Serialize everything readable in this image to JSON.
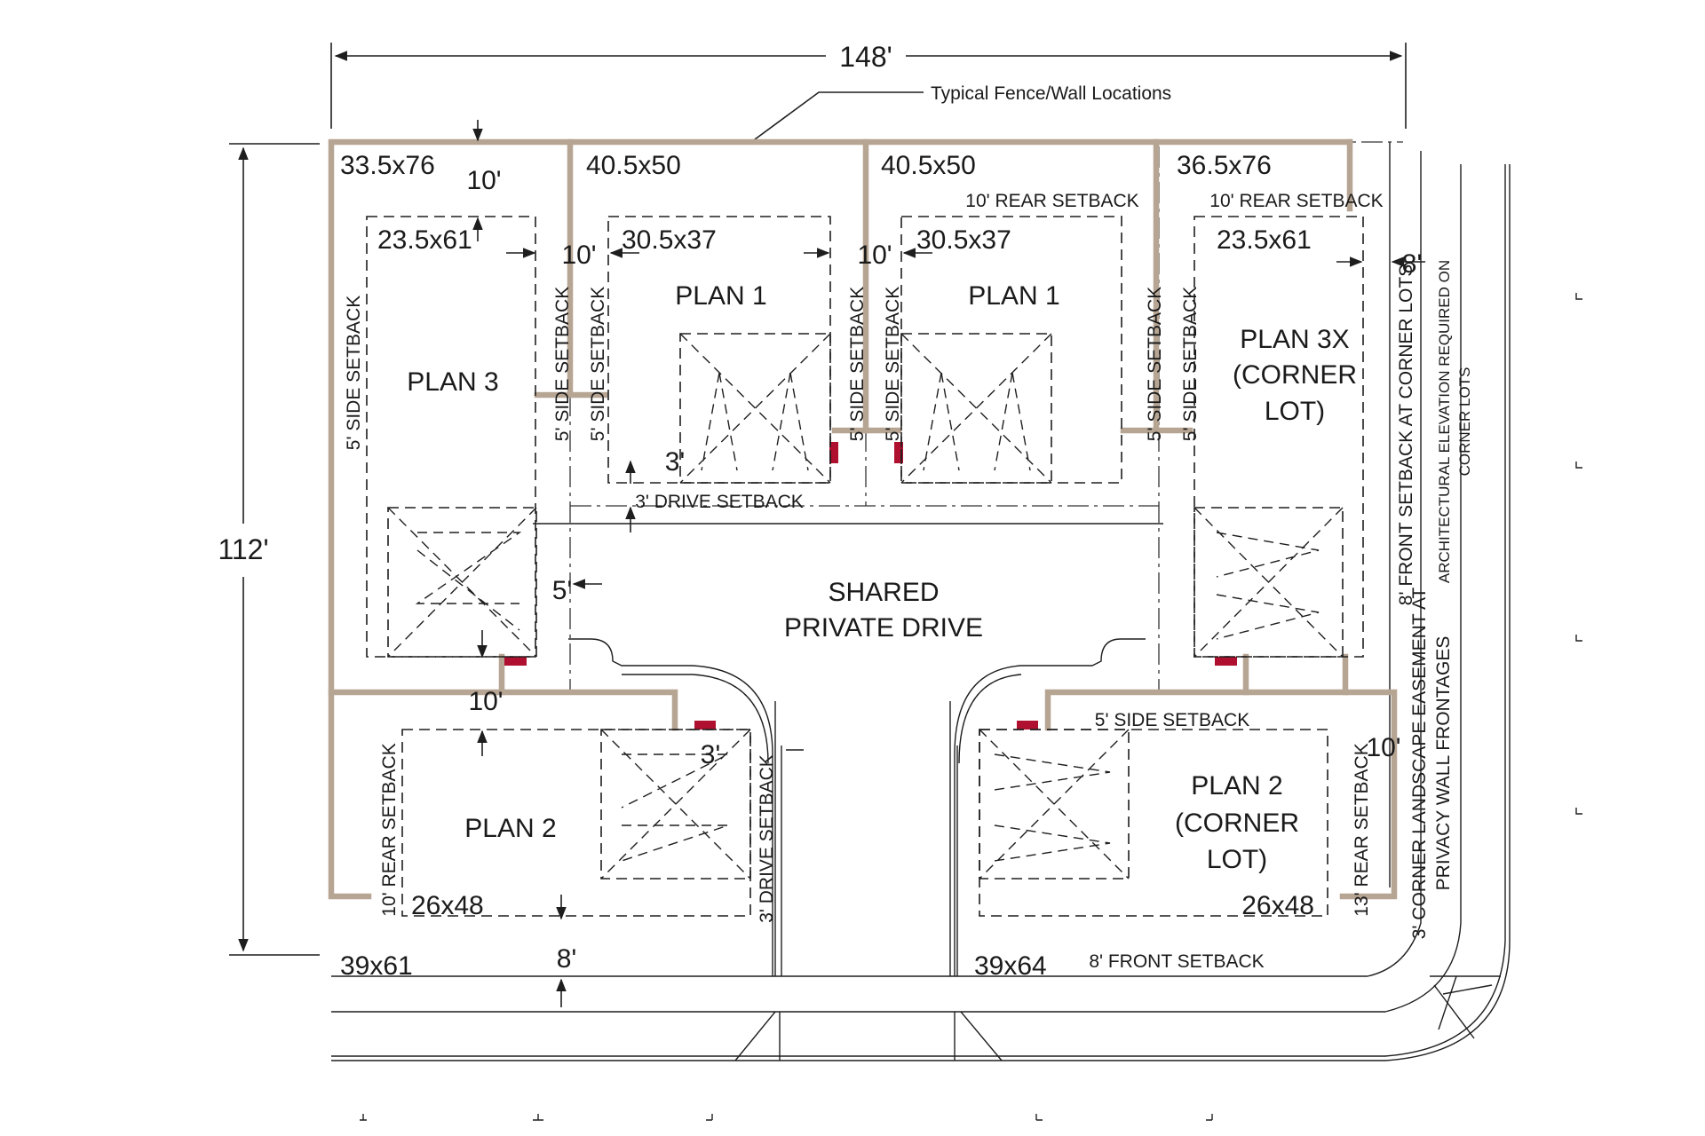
{
  "colors": {
    "fence": "#b7a593",
    "utility": "#b01030",
    "line": "#1e1e1e"
  },
  "dimensions": {
    "overall_width": "148'",
    "overall_depth": "112'"
  },
  "callouts": {
    "fence": "Typical Fence/Wall Locations",
    "drive_1": "SHARED",
    "drive_2": "PRIVATE DRIVE",
    "arch_1": "ARCHITECTURAL ELEVATION REQUIRED ON",
    "arch_2": "CORNER LOTS",
    "landscape_1": "3' CORNER LANDSCAPE EASEMENT AT",
    "landscape_2": "PRIVACY WALL FRONTAGES"
  },
  "lots": {
    "tl": {
      "lot": "33.5x76",
      "bldg": "23.5x61",
      "plan": "PLAN 3"
    },
    "tc1": {
      "lot": "40.5x50",
      "bldg": "30.5x37",
      "plan": "PLAN 1"
    },
    "tc2": {
      "lot": "40.5x50",
      "bldg": "30.5x37",
      "plan": "PLAN 1"
    },
    "tr": {
      "lot": "36.5x76",
      "bldg": "23.5x61",
      "plan_l1": "PLAN 3X",
      "plan_l2": "(CORNER",
      "plan_l3": "LOT)"
    },
    "bl": {
      "lot": "39x61",
      "bldg": "26x48",
      "plan": "PLAN 2"
    },
    "br": {
      "lot": "39x64",
      "bldg": "26x48",
      "plan_l1": "PLAN 2",
      "plan_l2": "(CORNER",
      "plan_l3": "LOT)"
    }
  },
  "setbacks": {
    "side_5": "5' SIDE SETBACK",
    "rear_10": "10' REAR SETBACK",
    "rear_13": "13' REAR SETBACK",
    "drive_3": "3' DRIVE SETBACK",
    "front_8": "8' FRONT SETBACK",
    "front_8_corner": "8' FRONT SETBACK AT CORNER LOTS"
  },
  "marks": {
    "d10": "10'",
    "d8": "8'",
    "d5": "5'",
    "d3": "3'"
  }
}
